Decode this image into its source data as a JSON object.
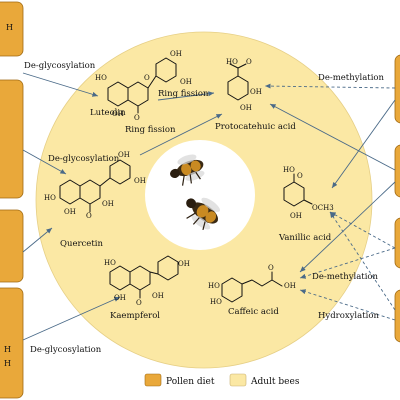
{
  "colors": {
    "pollen_diet": "#e9a83a",
    "adult_bees": "#fbe8a4",
    "arrow": "#4a6a88",
    "outline": "#a06a12"
  },
  "compounds": {
    "luteolin": "Luteolin",
    "quercetin": "Quercetin",
    "kaempferol": "Kaempferol",
    "protocatechuic": "Protocatehuic acid",
    "vanillic": "Vanillic acid",
    "caffeic": "Caffeic acid"
  },
  "processes": {
    "deglyco_top": "De-glycosylation",
    "deglyco_mid": "De-glycosylation",
    "deglyco_bottom": "De-glycosylation",
    "ring_fission_1": "Ring fission",
    "ring_fission_2": "Ring fission",
    "demethyl_top": "De-methylation",
    "demethyl_bottom": "De-methylation",
    "hydroxylation": "Hydroxylation"
  },
  "atoms": {
    "oh": "OH",
    "o": "O",
    "och3": "OCH3",
    "ho": "HO"
  },
  "legend": {
    "pollen": "Pollen diet",
    "adult": "Adult bees"
  },
  "partial_text": {
    "left_top_box": "H",
    "left_bottom_box_1": "H",
    "left_bottom_box_2": "H"
  }
}
